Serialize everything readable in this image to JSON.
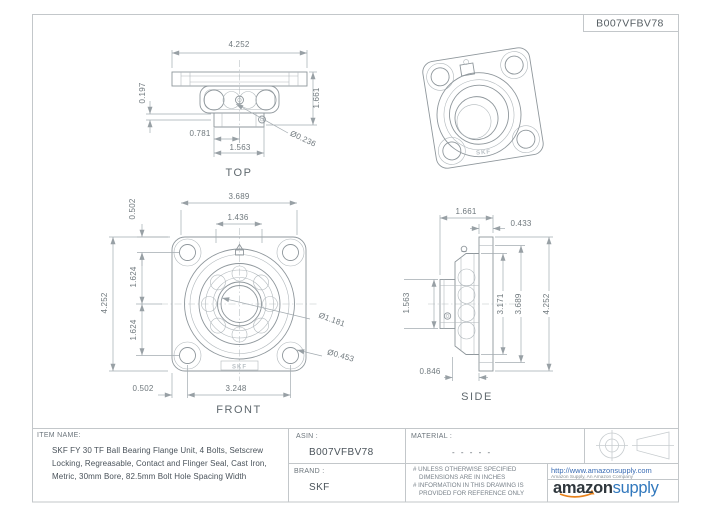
{
  "part_number": "B007VFBV78",
  "views": {
    "top": {
      "label": "TOP",
      "dims": {
        "width": "4.252",
        "height": "1.661",
        "flange_thickness": "0.197",
        "center_offset": "0.781",
        "collar_width": "1.563",
        "fitting_dia": "Ø0.236"
      }
    },
    "front": {
      "label": "FRONT",
      "brand_mark": "SKF",
      "dims": {
        "body_width": "3.689",
        "boss_width": "1.436",
        "corner_offset_top": "0.502",
        "bolt_upper": "1.624",
        "bolt_lower": "1.624",
        "overall_height": "4.252",
        "corner_offset_bottom": "0.502",
        "bolt_spacing": "3.248",
        "bore_dia": "Ø1.181",
        "bolt_hole_dia": "Ø0.453"
      }
    },
    "side": {
      "label": "SIDE",
      "dims": {
        "depth": "1.661",
        "plate_thickness": "0.433",
        "collar_height": "1.563",
        "housing_dia": "3.171",
        "body_height": "3.689",
        "overall_height": "4.252",
        "protrusion": "0.846"
      }
    }
  },
  "title_block": {
    "item_name_label": "ITEM NAME:",
    "item_name": "SKF FY 30 TF Ball Bearing Flange Unit, 4 Bolts, Setscrew Locking, Regreasable, Contact and Flinger Seal, Cast Iron, Metric, 30mm Bore, 82.5mm Bolt Hole Spacing Width",
    "asin_label": "ASIN :",
    "asin": "B007VFBV78",
    "brand_label": "BRAND :",
    "brand": "SKF",
    "material_label": "MATERIAL :",
    "material_value": "- - - - -",
    "note_specified": "# UNLESS OTHERWISE SPECIFIED DIMENSIONS ARE IN INCHES",
    "note_reference": "# INFORMATION IN THIS DRAWING IS PROVIDED FOR REFERENCE ONLY",
    "url": "http://www.amazonsupply.com",
    "company": "Amazon Supply, An Amazon Company",
    "logo_amazon": "amazon",
    "logo_supply": "supply"
  }
}
